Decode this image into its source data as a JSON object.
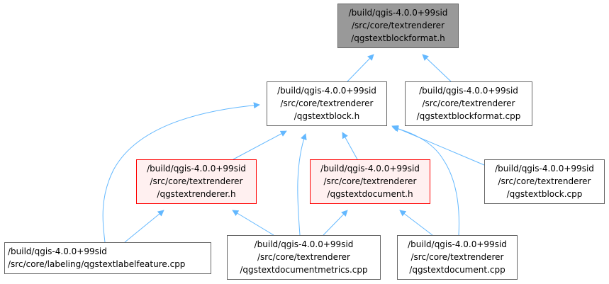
{
  "diagram": {
    "edge_color": "#63b8ff",
    "nodes": {
      "root": {
        "lines": [
          "/build/qgis-4.0.0+99sid",
          "/src/core/textrenderer",
          "/qgstextblockformat.h"
        ]
      },
      "block": {
        "lines": [
          "/build/qgis-4.0.0+99sid",
          "/src/core/textrenderer",
          "/qgstextblock.h"
        ]
      },
      "fmtcpp": {
        "lines": [
          "/build/qgis-4.0.0+99sid",
          "/src/core/textrenderer",
          "/qgstextblockformat.cpp"
        ]
      },
      "renderer": {
        "lines": [
          "/build/qgis-4.0.0+99sid",
          "/src/core/textrenderer",
          "/qgstextrenderer.h"
        ]
      },
      "document": {
        "lines": [
          "/build/qgis-4.0.0+99sid",
          "/src/core/textrenderer",
          "/qgstextdocument.h"
        ]
      },
      "blockcpp": {
        "lines": [
          "/build/qgis-4.0.0+99sid",
          "/src/core/textrenderer",
          "/qgstextblock.cpp"
        ]
      },
      "labelfeature": {
        "lines": [
          "/build/qgis-4.0.0+99sid",
          "/src/core/labeling/qgstextlabelfeature.cpp"
        ]
      },
      "metrics": {
        "lines": [
          "/build/qgis-4.0.0+99sid",
          "/src/core/textrenderer",
          "/qgstextdocumentmetrics.cpp"
        ]
      },
      "doccpp": {
        "lines": [
          "/build/qgis-4.0.0+99sid",
          "/src/core/textrenderer",
          "/qgstextdocument.cpp"
        ]
      }
    }
  }
}
